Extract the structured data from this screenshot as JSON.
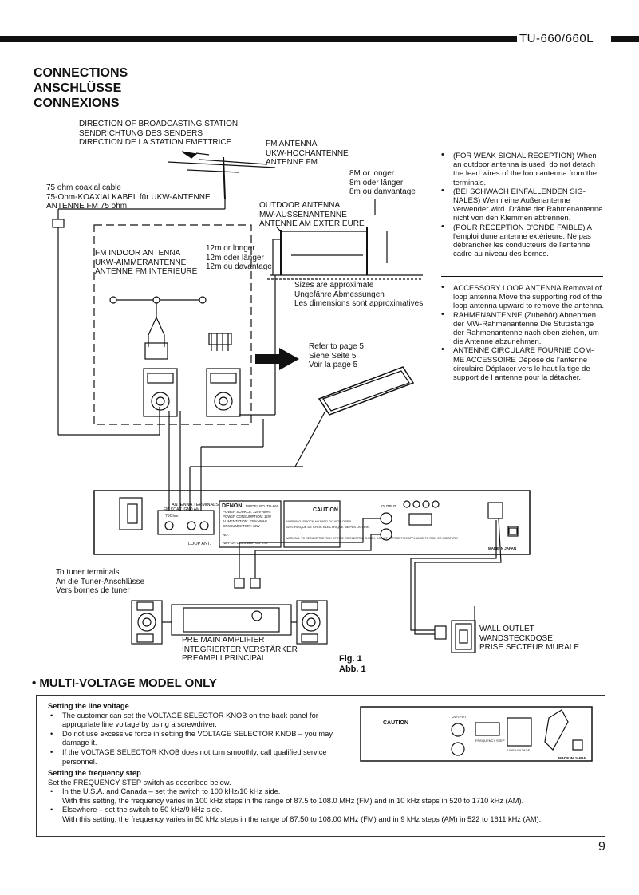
{
  "header": {
    "model": "TU-660/660L"
  },
  "headings": [
    "CONNECTIONS",
    "ANSCHLÜSSE",
    "CONNEXIONS"
  ],
  "diagram": {
    "direction": [
      "DIRECTION OF BROADCASTING STATION",
      "SENDRICHTUNG DES SENDERS",
      "DIRECTION DE LA STATION EMETTRICE"
    ],
    "fm_antenna": [
      "FM ANTENNA",
      "UKW-HOCHANTENNE",
      "ANTENNE FM"
    ],
    "length8m": [
      "8M or longer",
      "8m oder länger",
      "8m ou danvantage"
    ],
    "coax": [
      "75 ohm coaxial cable",
      "75-Ohm-KOAXIALKABEL für UKW-ANTENNE",
      "ANTENNE FM 75 ohm"
    ],
    "outdoor": [
      "OUTDOOR ANTENNA",
      "MW-AUSSENANTENNE",
      "ANTENNE AM EXTERIEURE"
    ],
    "fm_indoor": [
      "FM INDOOR ANTENNA",
      "UKW-AIMMERANTENNE",
      "ANTENNE FM INTERIEURE"
    ],
    "length12m": [
      "12m or longer",
      "12m oder länger",
      "12m ou davantage"
    ],
    "sizes": [
      "Sizes are approximate",
      "Ungefähre Abmessungen",
      "Les dimensions sont approximatives"
    ],
    "refer": [
      "Refer to page 5",
      "Siehe Seite 5",
      "Voir la page 5"
    ],
    "tuner_terminals": [
      "To tuner terminals",
      "An die Tuner-Anschlüsse",
      "Vers bornes de tuner"
    ],
    "amplifier": [
      "PRE MAIN AMPLIFIER",
      "INTEGRIERTER VERSTÄRKER",
      "PREAMPLI PRINCIPAL"
    ],
    "wall_outlet": [
      "WALL OUTLET",
      "WANDSTECKDOSE",
      "PRISE SECTEUR MURALE"
    ],
    "panel": {
      "antenna_terminals": "ANTENNA TERMINALS",
      "fm_coax": "FM COAX. GND AM",
      "ohm": "75Ohm",
      "loop_ant": "LOOP ANT.",
      "brand": "DENON",
      "model_no": "MODEL NO. TU-660",
      "power_source": "POWER SOURCE: 220V~50Hz",
      "power_consumption": "POWER CONSUMPTION: 12W",
      "alimentation": "ALIMENTATION: 220V~50Hz",
      "consummation": "CONSUMMATION: 12W",
      "no": "NO.",
      "nippon": "NIPPON COLUMBIA CO LTD",
      "caution": "CAUTION",
      "warning1": "WARNING: SHOCK HAZARD DO NOT OPEN",
      "avis": "AVIS: RISQUE DE CHOC ELECTRIQUE NE PAS OUVRIR.",
      "warning2": "WARNING: TO REDUCE THE RISK OF FIRE OR ELECTRIC SHOCK, DO NOT EXPOSE THIS APPLIANCE TO RAIN OR MOISTURE.",
      "output": "OUTPUT",
      "made_in_japan": "MADE IN JAPAN"
    }
  },
  "notes_a": [
    "(FOR WEAK SIGNAL RECEPTION) When an outdoor antenna is used, do not detach the lead wires of the loop antenna from the terminals.",
    "(BEI SCHWACH EINFALLENDEN SIG-NALES) Wenn eine Außenantenne verwender wird. Drähte der Rahmenantenne nicht von den Klemmen abtrennen.",
    "(POUR RECEPTION D'ONDE FAIBLE) A l'emploi dune antenne extérieure. Ne pas débrancher les conducteurs de l'antenne cadre au niveau des bornes."
  ],
  "notes_b": [
    "ACCESSORY LOOP ANTENNA Removal of loop antenna Move the supporting rod of the loop antenna upward to remove the antenna.",
    "RAHMENANTENNE (Zubehör) Abnehmen der MW-Rahmenantenne Die Stutzstange der Rahmenantenne nach oben ziehen, um die Antenne abzunehmen.",
    "ANTENNE CIRCULARE FOURNIE COM-ME ACCESSOIRE Dépose de l'antenne circulaire Déplacer vers le haut la tige de support de l antenne pour la détacher."
  ],
  "figure": [
    "Fig. 1",
    "Abb. 1"
  ],
  "multi_voltage": {
    "title": "• MULTI-VOLTAGE MODEL ONLY",
    "line_voltage_title": "Setting the line voltage",
    "line_voltage": [
      "The customer can set the VOLTAGE SELECTOR KNOB on the back panel for appropriate line voltage by using a screwdriver.",
      "Do not use excessive force in setting the VOLTAGE SELECTOR KNOB – you may damage it.",
      "If the VOLTAGE SELECTOR KNOB does not turn smoothly, call qualified service personnel."
    ],
    "freq_title": "Setting the frequency step",
    "freq_intro": "Set the FREQUENCY STEP switch as described below.",
    "freq_items": [
      "In the U.S.A. and Canada – set the switch to 100 kHz/10 kHz side.",
      "With this setting, the frequency varies in 100 kHz steps in the range of 87.5 to 108.0 MHz (FM) and in 10 kHz steps in 520 to 1710 kHz (AM).",
      "Elsewhere – set the switch to 50 kHz/9 kHz side.",
      "With this setting, the frequency varies in 50 kHz steps in the range of 87.50 to 108.00 MHz (FM) and in 9 kHz steps (AM) in 522 to 1611 kHz (AM)."
    ],
    "panel": {
      "caution": "CAUTION",
      "output": "OUTPUT",
      "freq_step": "FREQUENCY STEP",
      "line_voltage": "LINE VOLTAGE",
      "made_in_japan": "MADE IN JAPAN"
    }
  },
  "page_number": "9"
}
